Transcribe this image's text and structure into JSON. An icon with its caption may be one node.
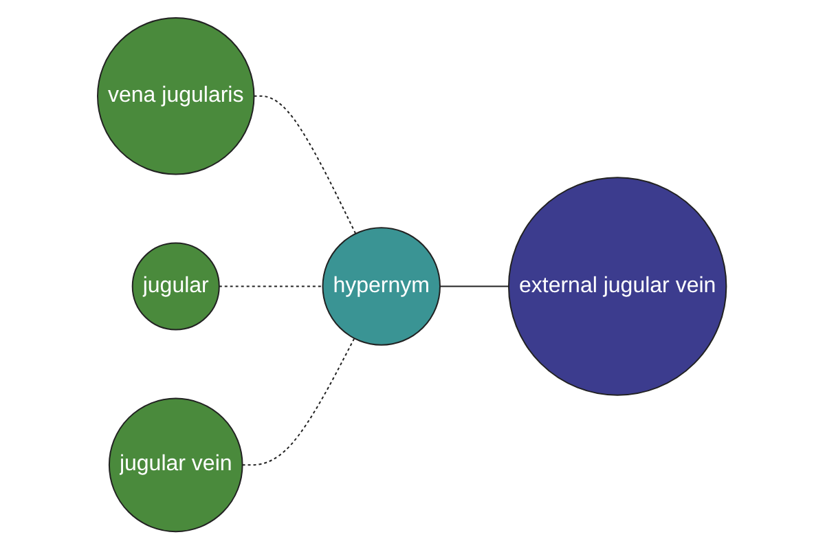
{
  "diagram": {
    "nodes": [
      {
        "text": [
          "vena jugularis"
        ]
      },
      {
        "text": [
          "jugular"
        ]
      },
      {
        "text": [
          "hypernym"
        ]
      },
      {
        "text": [
          "jugular vein"
        ]
      },
      {
        "text": [
          "external jugular vein"
        ]
      }
    ],
    "edges": [
      {
        "from": 0,
        "to": 2,
        "arrow": "none",
        "style": "dashed"
      },
      {
        "from": 1,
        "to": 2,
        "arrow": "none",
        "style": "dashed"
      },
      {
        "from": 3,
        "to": 2,
        "arrow": "none",
        "style": "dashed"
      },
      {
        "from": 2,
        "to": 4,
        "arrow": "none"
      }
    ]
  }
}
